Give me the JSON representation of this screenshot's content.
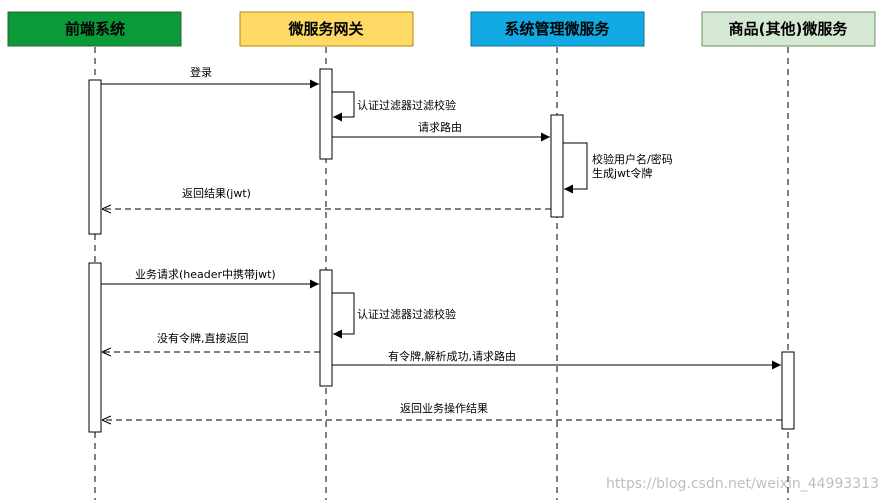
{
  "diagram": {
    "participants": [
      {
        "name": "前端系统",
        "fill": "#0b9a3a",
        "stroke": "#2d5f2d"
      },
      {
        "name": "微服务网关",
        "fill": "#ffd966",
        "stroke": "#b48a00"
      },
      {
        "name": "系统管理微服务",
        "fill": "#12aae5",
        "stroke": "#1a6e94"
      },
      {
        "name": "商品(其他)微服务",
        "fill": "#d5e8d4",
        "stroke": "#6f8f5f"
      }
    ],
    "messages": [
      {
        "label": "登录",
        "style": "solid",
        "from": "前端系统",
        "to": "微服务网关"
      },
      {
        "label": "认证过滤器过滤校验",
        "style": "self",
        "from": "微服务网关",
        "to": "微服务网关"
      },
      {
        "label": "请求路由",
        "style": "solid",
        "from": "微服务网关",
        "to": "系统管理微服务"
      },
      {
        "label": "校验用户名/密码\n生成jwt令牌",
        "style": "self",
        "from": "系统管理微服务",
        "to": "系统管理微服务"
      },
      {
        "label": "返回结果(jwt)",
        "style": "dashed",
        "from": "系统管理微服务",
        "to": "前端系统"
      },
      {
        "label": "业务请求(header中携带jwt)",
        "style": "solid",
        "from": "前端系统",
        "to": "微服务网关"
      },
      {
        "label": "认证过滤器过滤校验",
        "style": "self",
        "from": "微服务网关",
        "to": "微服务网关"
      },
      {
        "label": "没有令牌,直接返回",
        "style": "dashed",
        "from": "微服务网关",
        "to": "前端系统"
      },
      {
        "label": "有令牌,解析成功,请求路由",
        "style": "solid",
        "from": "微服务网关",
        "to": "商品(其他)微服务"
      },
      {
        "label": "返回业务操作结果",
        "style": "dashed",
        "from": "商品(其他)微服务",
        "to": "前端系统"
      }
    ]
  },
  "watermark": "https://blog.csdn.net/weixin_44993313"
}
